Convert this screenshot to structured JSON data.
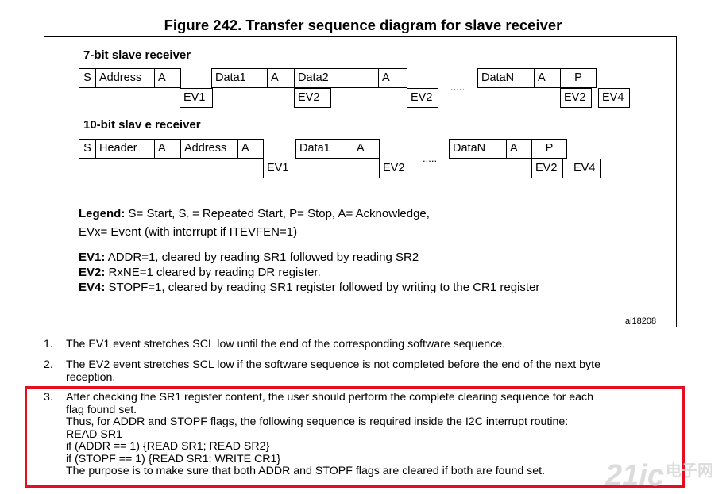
{
  "figure": {
    "title": "Figure 242. Transfer sequence diagram for slave receiver",
    "id": "ai18208"
  },
  "seq7": {
    "title": "7-bit slave  receiver",
    "top": [
      {
        "label": "S"
      },
      {
        "label": "Address"
      },
      {
        "label": "A"
      },
      {
        "label": "Data1"
      },
      {
        "label": "A"
      },
      {
        "label": "Data2"
      },
      {
        "label": "A"
      },
      {
        "label": "DataN"
      },
      {
        "label": "A"
      },
      {
        "label": "P"
      }
    ],
    "bottom": [
      {
        "label": "EV1"
      },
      {
        "label": "EV2"
      },
      {
        "label": "EV2"
      },
      {
        "label": "EV2"
      },
      {
        "label": "EV4"
      }
    ],
    "ellipsis": "....."
  },
  "seq10": {
    "title": "10-bit slav e receiver",
    "top": [
      {
        "label": "S"
      },
      {
        "label": "Header"
      },
      {
        "label": "A"
      },
      {
        "label": "Address"
      },
      {
        "label": "A"
      },
      {
        "label": "Data1"
      },
      {
        "label": "A"
      },
      {
        "label": "DataN"
      },
      {
        "label": "A"
      },
      {
        "label": "P"
      }
    ],
    "bottom": [
      {
        "label": "EV1"
      },
      {
        "label": "EV2"
      },
      {
        "label": "EV2"
      },
      {
        "label": "EV4"
      }
    ],
    "ellipsis": "....."
  },
  "legend": {
    "heading": "Legend:",
    "text_a": " S= Start, S",
    "subscript": "r",
    "text_b": " = Repeated Start, P= Stop, A= Acknowledge,",
    "line2": "EVx= Event (with interrupt if ITEVFEN=1)"
  },
  "events": [
    {
      "key": "EV1:",
      "text": " ADDR=1, cleared by reading SR1 followed by reading SR2"
    },
    {
      "key": "EV2:",
      "text": " RxNE=1 cleared by reading DR register."
    },
    {
      "key": "EV4:",
      "text": " STOPF=1, cleared by reading SR1 register followed by writing to the CR1 register"
    }
  ],
  "notes": [
    {
      "num": "1.",
      "lines": [
        "The EV1 event stretches SCL low until the end of the corresponding software sequence."
      ]
    },
    {
      "num": "2.",
      "lines": [
        "The EV2 event stretches SCL low if the software sequence is not completed before the end of the next byte",
        "reception."
      ]
    },
    {
      "num": "3.",
      "lines": [
        "After checking the SR1 register content, the user should perform the complete clearing sequence for each",
        "flag found set.",
        "Thus, for ADDR and STOPF flags, the following sequence is required inside the I2C interrupt routine:",
        "READ SR1",
        "if (ADDR == 1) {READ SR1; READ SR2}",
        "if (STOPF == 1) {READ SR1; WRITE CR1}",
        "The purpose is to make sure that both ADDR and STOPF flags are cleared if both are found set."
      ]
    }
  ],
  "watermark": {
    "logo_text": "21ic",
    "cn_text": "电子网",
    "colors": {
      "logo": "#d9d9d9",
      "highlight": "#e30e1f"
    }
  }
}
